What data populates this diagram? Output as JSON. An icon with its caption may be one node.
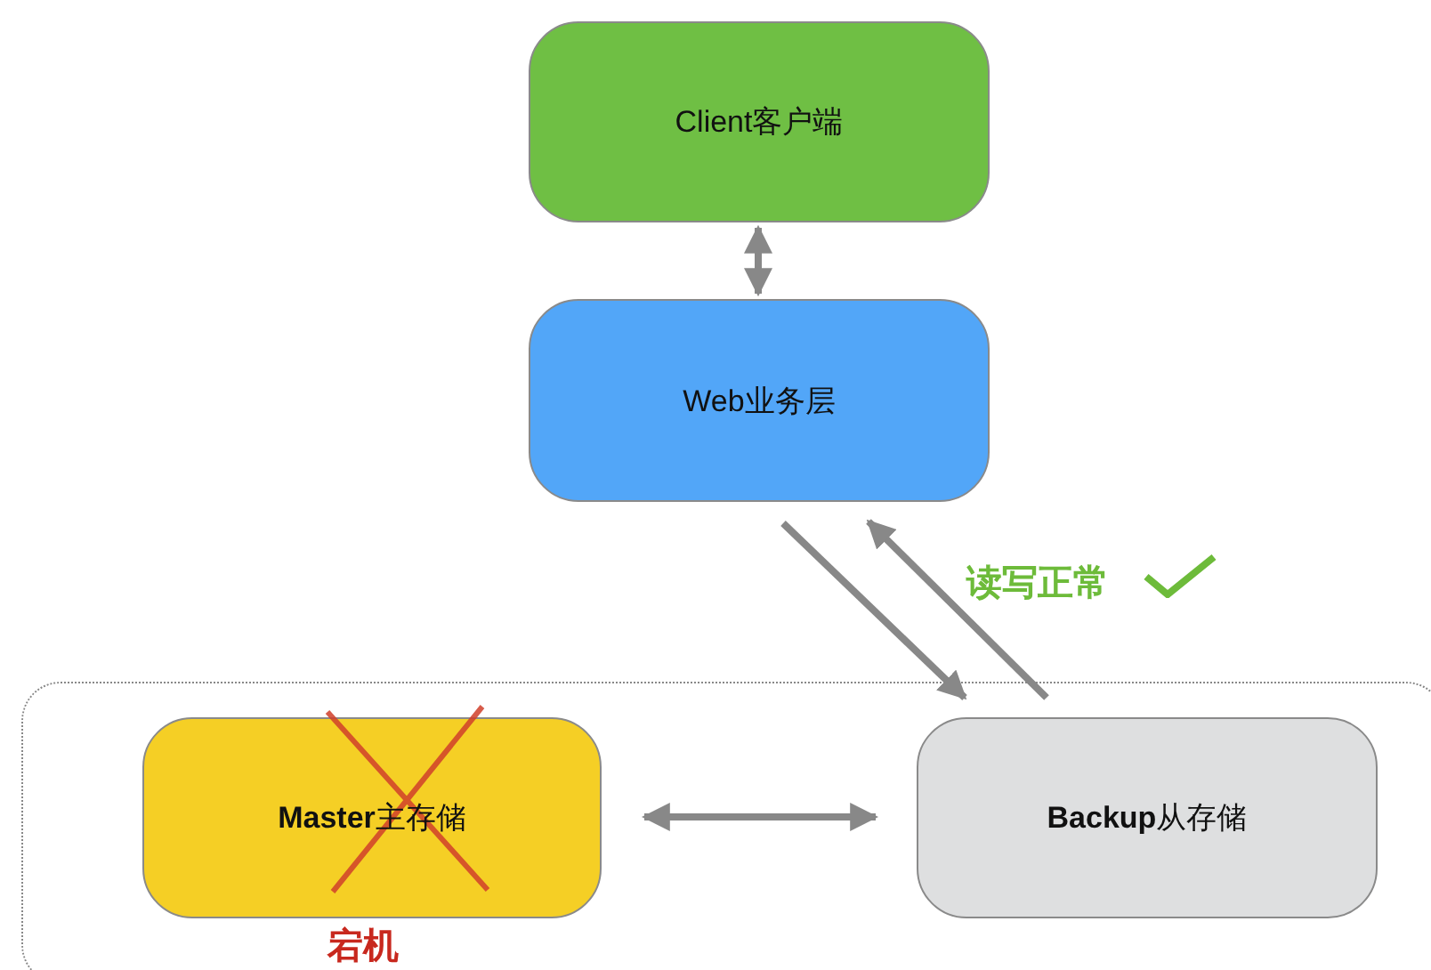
{
  "diagram": {
    "nodes": [
      {
        "text": [
          "Client客户端"
        ]
      },
      {
        "text": [
          "Web业务层"
        ]
      },
      {
        "text": [],
        "shape": "box"
      },
      {
        "text": [
          "**Master**主存储"
        ],
        "in": 2,
        "beside": [
          "宕机"
        ]
      },
      {
        "text": [
          "**Backup**从存储"
        ],
        "in": 2
      }
    ],
    "edges": [
      {
        "from": 0,
        "to": 1,
        "arrow": "both"
      },
      {
        "from": 1,
        "to": 4,
        "arrow": "to"
      },
      {
        "from": 4,
        "to": 1,
        "arrow": "to",
        "label": "读写正常"
      },
      {
        "from": 3,
        "to": 4,
        "arrow": "both"
      }
    ]
  }
}
